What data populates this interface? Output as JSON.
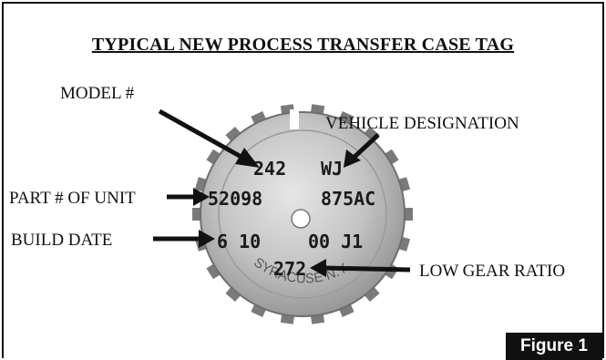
{
  "title": "TYPICAL NEW PROCESS TRANSFER CASE TAG",
  "labels": {
    "model": "MODEL #",
    "vehicle_designation": "VEHICLE DESIGNATION",
    "part_number": "PART # OF UNIT",
    "build_date": "BUILD DATE",
    "low_gear_ratio": "LOW GEAR RATIO"
  },
  "tag": {
    "model_value": "242",
    "vehicle_value": "WJ",
    "part_value_left": "52098",
    "part_value_right": "875AC",
    "date_value_left": "6 10",
    "date_value_right": "00 J1",
    "ratio_value": "272",
    "ring_text_bottom": "SYRACUSE N.Y."
  },
  "figure_label": "Figure 1",
  "colors": {
    "ink": "#111111",
    "tag_metal": "#c9c9c9",
    "badge_bg": "#111111",
    "badge_text": "#ffffff"
  }
}
